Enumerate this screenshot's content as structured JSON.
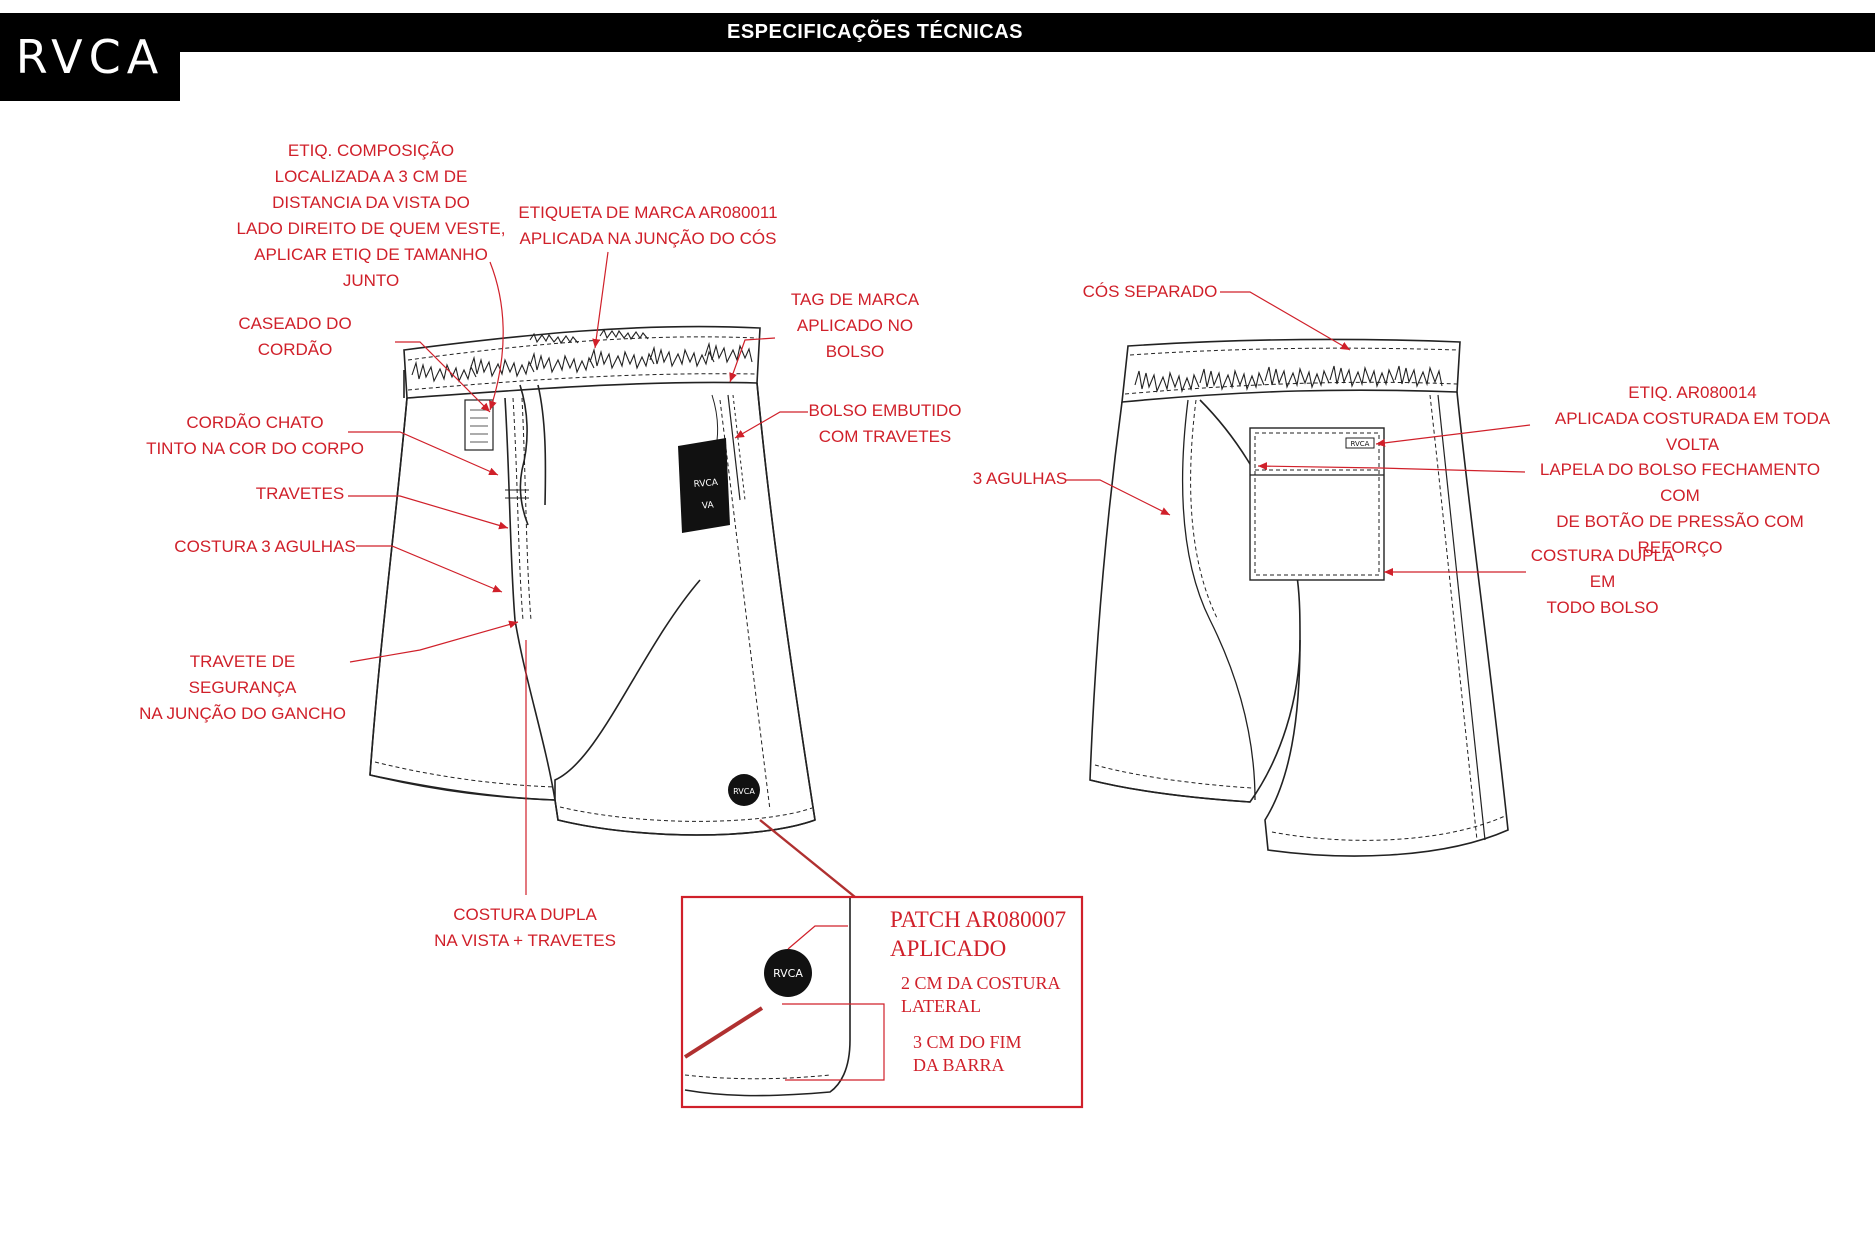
{
  "header": {
    "title": "ESPECIFICAÇÕES TÉCNICAS",
    "brand": "RVCA"
  },
  "front": {
    "labels": {
      "etiq_composicao": "ETIQ. COMPOSIÇÃO\nLOCALIZADA A 3 CM DE\nDISTANCIA DA VISTA DO\nLADO DIREITO DE QUEM VESTE,\nAPLICAR ETIQ DE TAMANHO\nJUNTO",
      "etiqueta_marca": "ETIQUETA DE MARCA AR080011\nAPLICADA NA JUNÇÃO DO CÓS",
      "tag_marca": "TAG DE MARCA\nAPLICADO NO\nBOLSO",
      "caseado": "CASEADO DO\nCORDÃO",
      "bolso_embutido": "BOLSO EMBUTIDO\nCOM TRAVETES",
      "cordao_chato": "CORDÃO CHATO\nTINTO NA COR DO CORPO",
      "travetes": "TRAVETES",
      "costura_3_agulhas": "COSTURA 3 AGULHAS",
      "travete_seguranca": "TRAVETE DE SEGURANÇA\nNA JUNÇÃO DO GANCHO",
      "costura_dupla_vista": "COSTURA DUPLA\nNA VISTA + TRAVETES"
    },
    "tag_brand": "RVCA",
    "tag_mark": "VA",
    "patch_brand": "RVCA"
  },
  "back": {
    "labels": {
      "cos_separado": "CÓS SEPARADO",
      "etiq_ar080014": "ETIQ. AR080014\nAPLICADA COSTURADA EM TODA VOLTA",
      "tres_agulhas": "3 AGULHAS",
      "lapela": "LAPELA DO BOLSO FECHAMENTO COM\nDE BOTÃO DE PRESSÃO COM REFORÇO",
      "costura_dupla_bolso": "COSTURA DUPLA EM\nTODO BOLSO"
    },
    "pocket_label_brand": "RVCA"
  },
  "detail": {
    "title": "PATCH AR080007\nAPLICADO",
    "dist_lateral": "2 CM DA COSTURA\nLATERAL",
    "dist_barra": "3 CM DO FIM\nDA BARRA",
    "patch_brand": "RVCA"
  },
  "colors": {
    "annotation": "#d0202a",
    "outline": "#222222",
    "header_bg": "#000000",
    "detail_line": "#b03030"
  }
}
